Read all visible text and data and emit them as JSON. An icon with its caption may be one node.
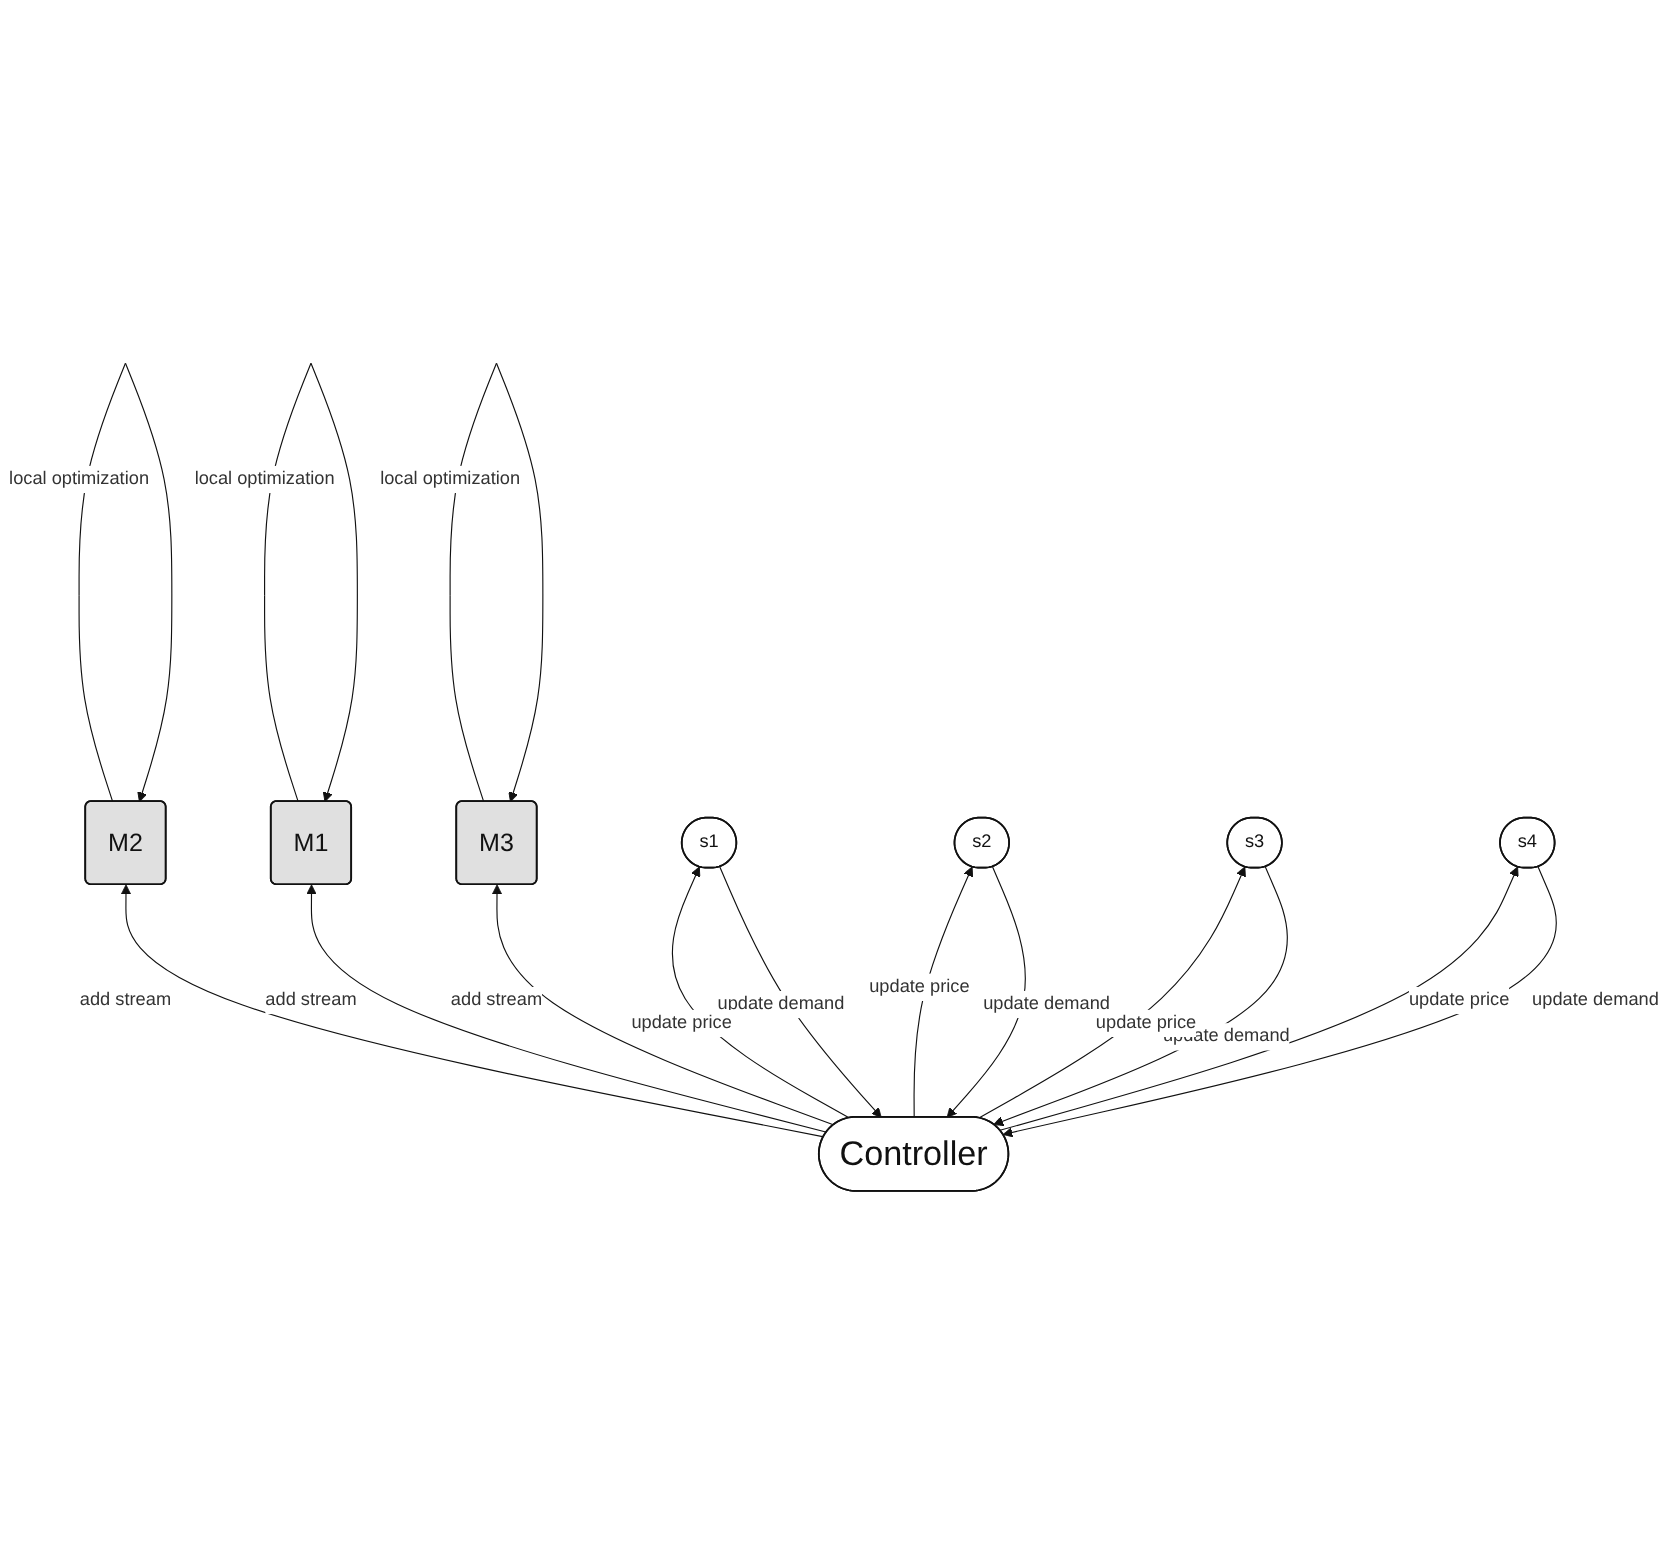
{
  "diagram": {
    "nodes": [
      {
        "text": [
          "M2"
        ]
      },
      {
        "text": [
          "M1"
        ]
      },
      {
        "text": [
          "M3"
        ]
      },
      {
        "text": [
          "Controller"
        ]
      },
      {
        "text": [
          "s1"
        ]
      },
      {
        "text": [
          "s2"
        ]
      },
      {
        "text": [
          "s3"
        ]
      },
      {
        "text": [
          "s4"
        ]
      }
    ],
    "edges": [
      {
        "from": 0,
        "to": 0,
        "arrow": "to",
        "label": "local optimization"
      },
      {
        "from": 1,
        "to": 1,
        "arrow": "to",
        "label": "local optimization"
      },
      {
        "from": 2,
        "to": 2,
        "arrow": "to",
        "label": "local optimization"
      },
      {
        "from": 3,
        "to": 0,
        "arrow": "to",
        "label": "add stream"
      },
      {
        "from": 3,
        "to": 1,
        "arrow": "to",
        "label": "add stream"
      },
      {
        "from": 3,
        "to": 2,
        "arrow": "to",
        "label": "add stream"
      },
      {
        "from": 4,
        "to": 3,
        "arrow": "to",
        "label": "update demand"
      },
      {
        "from": 3,
        "to": 4,
        "arrow": "to",
        "label": "update price"
      },
      {
        "from": 5,
        "to": 3,
        "arrow": "to",
        "label": "update demand"
      },
      {
        "from": 3,
        "to": 5,
        "arrow": "to",
        "label": "update price"
      },
      {
        "from": 6,
        "to": 3,
        "arrow": "to",
        "label": "update demand"
      },
      {
        "from": 3,
        "to": 6,
        "arrow": "to",
        "label": "update price"
      },
      {
        "from": 7,
        "to": 3,
        "arrow": "to",
        "label": "update demand"
      },
      {
        "from": 3,
        "to": 7,
        "arrow": "to",
        "label": "update price"
      }
    ]
  }
}
